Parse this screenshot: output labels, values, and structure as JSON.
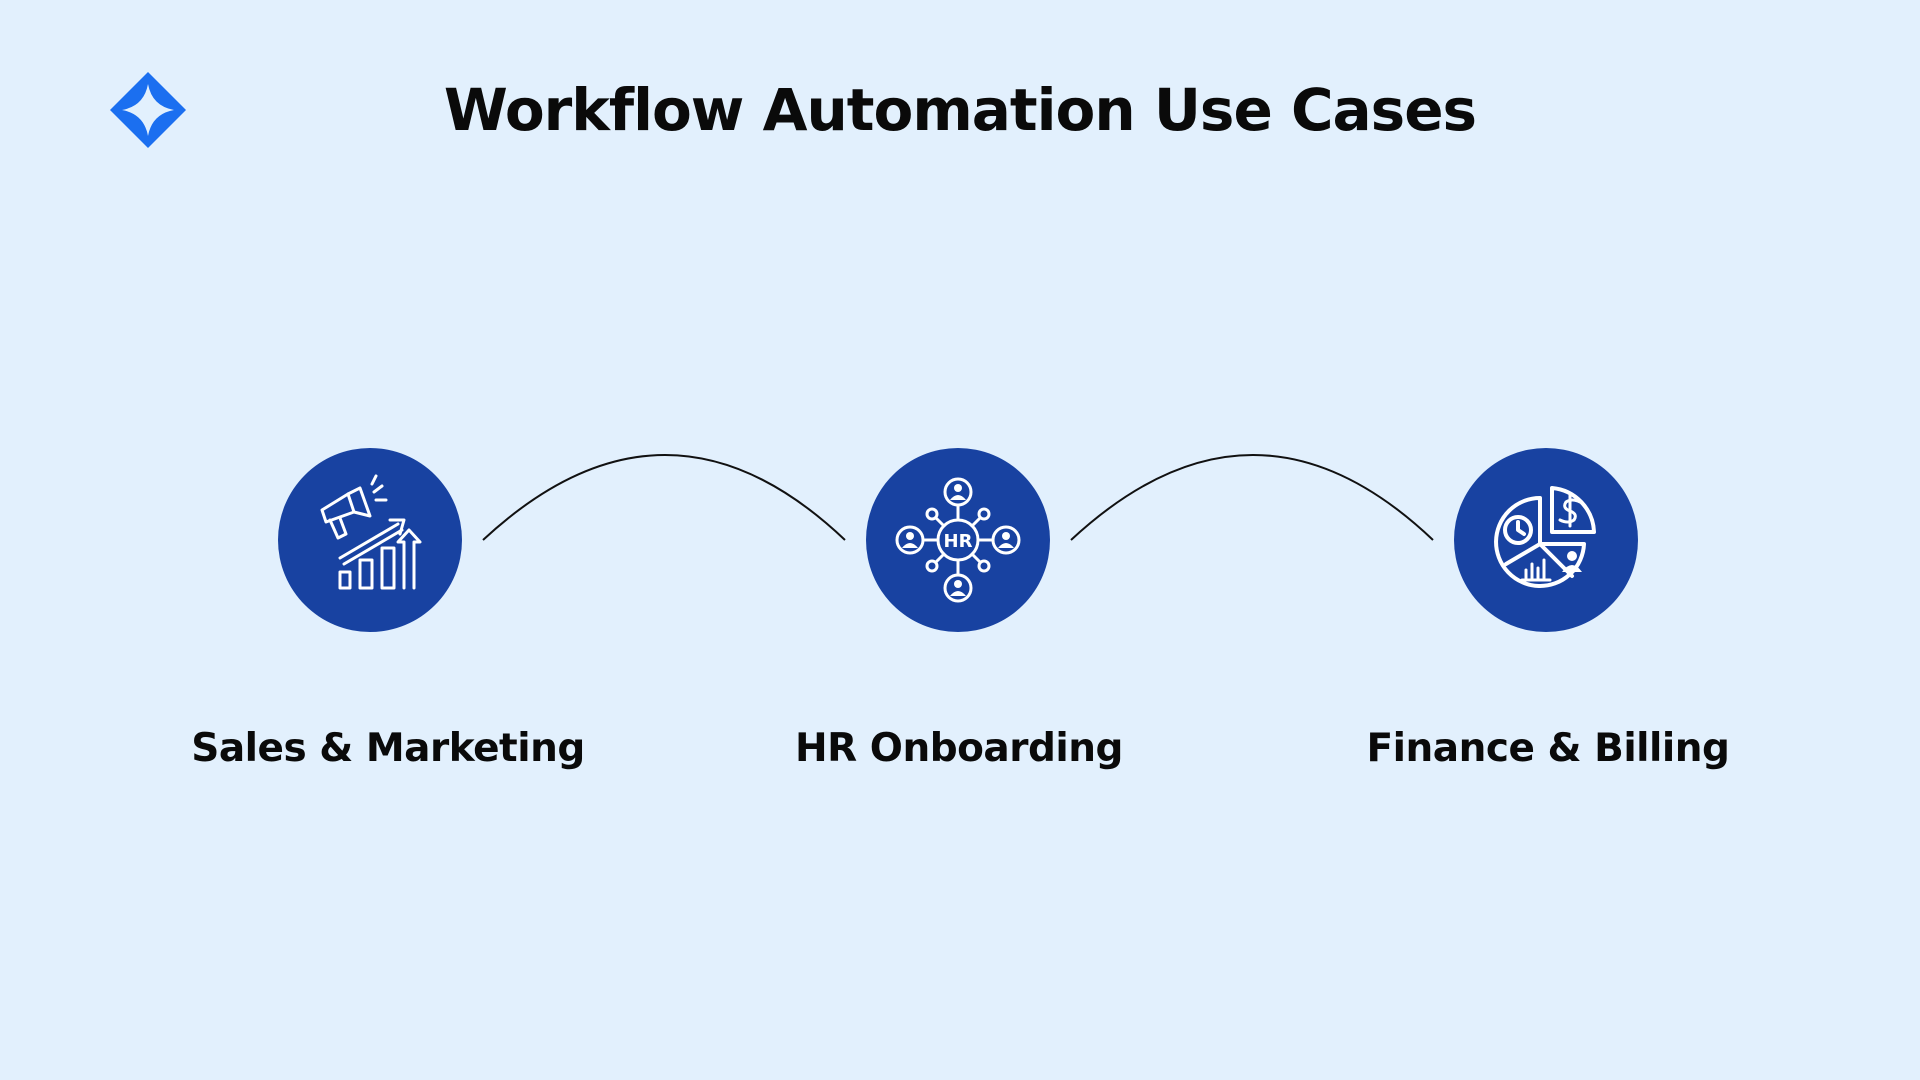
{
  "title": "Workflow Automation Use Cases",
  "colors": {
    "background": "#E2F0FD",
    "node_fill": "#1842A1",
    "logo": "#1B6FF0",
    "text": "#0A0A0A",
    "connector": "#111111"
  },
  "logo": {
    "icon": "four-point-star-logo"
  },
  "nodes": [
    {
      "label": "Sales & Marketing",
      "icon": "megaphone-growth-chart-icon"
    },
    {
      "label": "HR Onboarding",
      "icon": "hr-network-icon",
      "icon_text": "HR"
    },
    {
      "label": "Finance & Billing",
      "icon": "finance-pie-chart-icon"
    }
  ]
}
